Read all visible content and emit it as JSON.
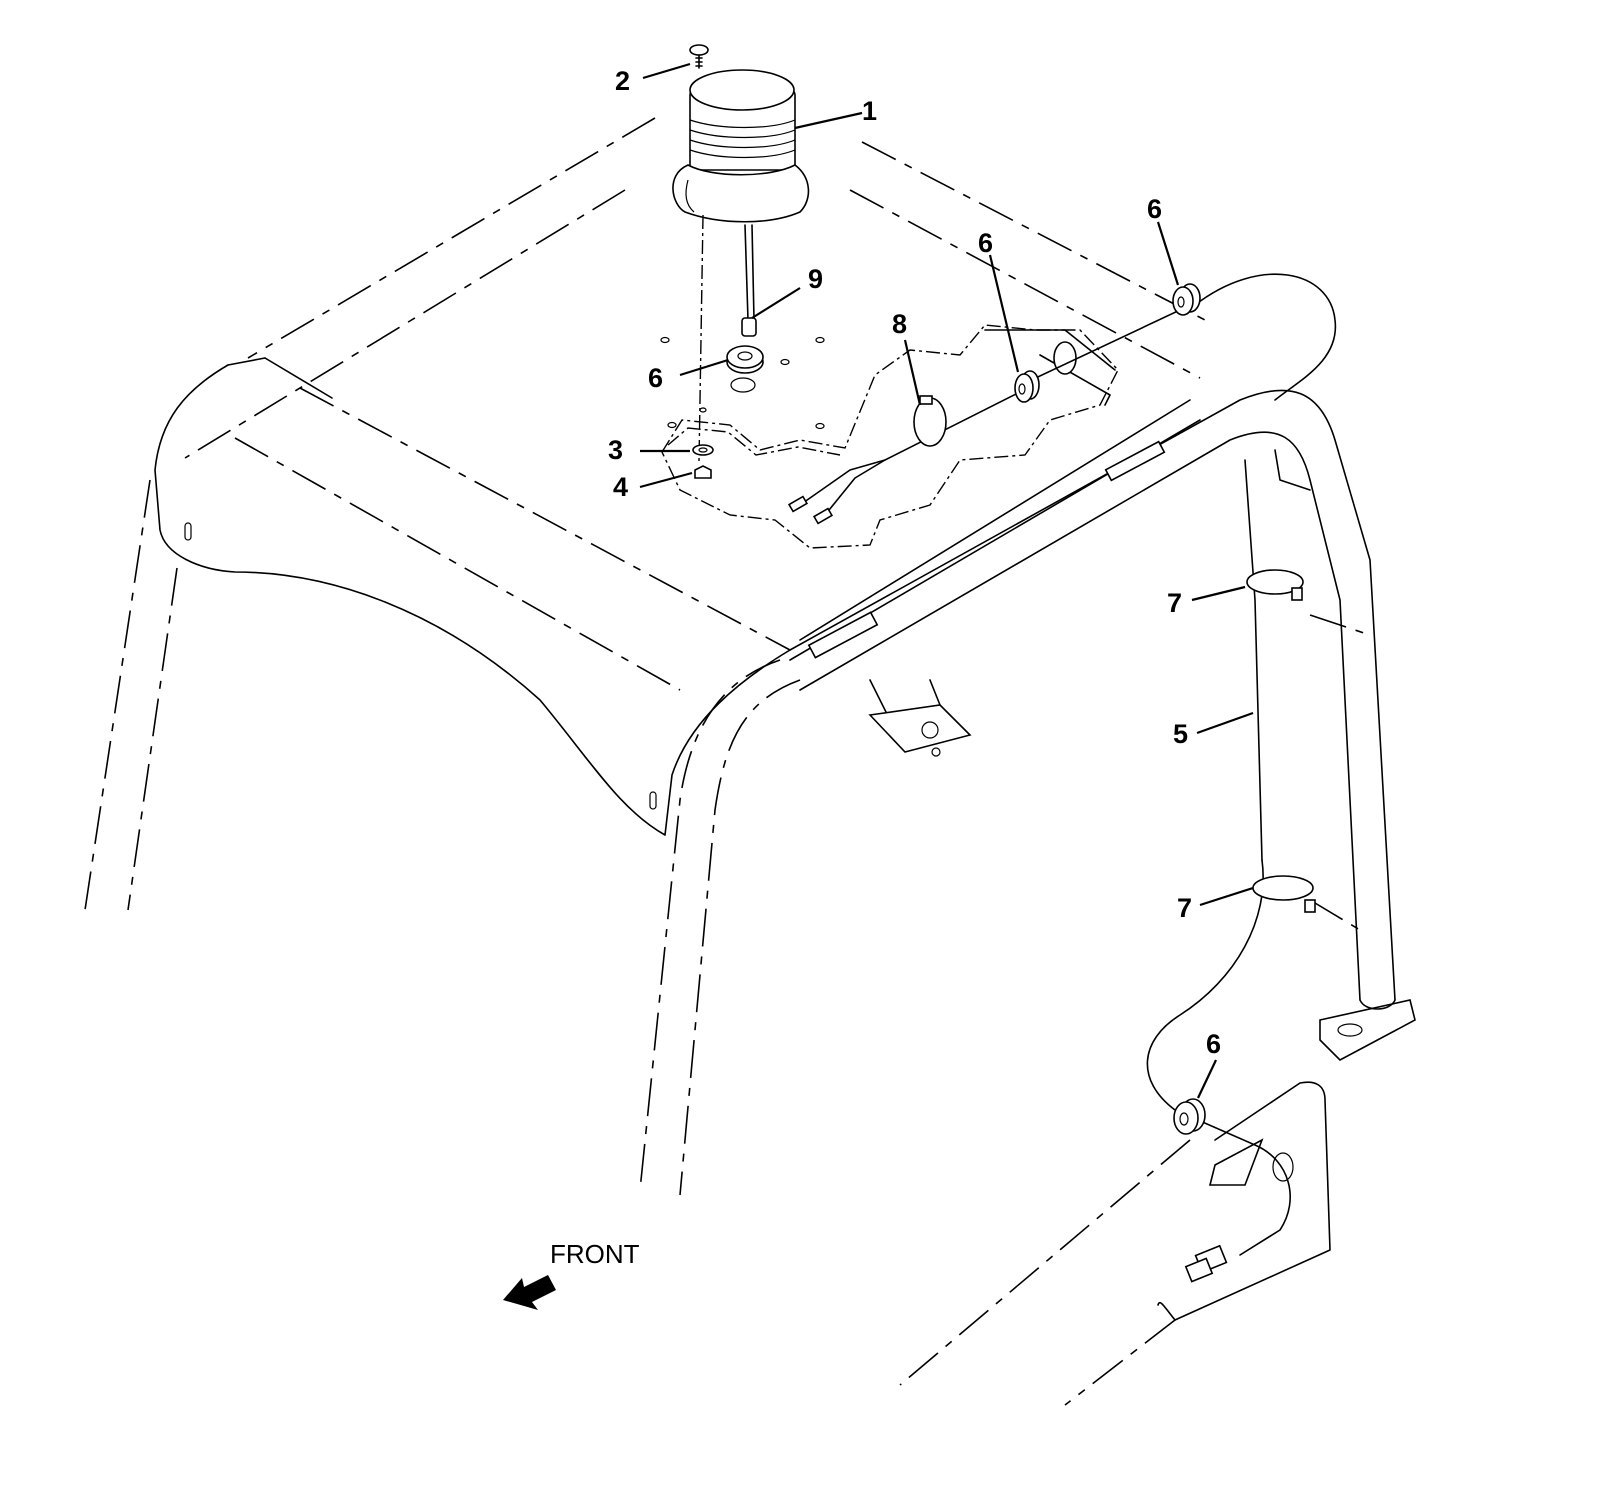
{
  "diagram": {
    "direction_label": "FRONT",
    "callouts": [
      {
        "id": "callout-1",
        "text": "1"
      },
      {
        "id": "callout-2",
        "text": "2"
      },
      {
        "id": "callout-3",
        "text": "3"
      },
      {
        "id": "callout-4",
        "text": "4"
      },
      {
        "id": "callout-5",
        "text": "5"
      },
      {
        "id": "callout-6a",
        "text": "6"
      },
      {
        "id": "callout-6b",
        "text": "6"
      },
      {
        "id": "callout-6c",
        "text": "6"
      },
      {
        "id": "callout-6d",
        "text": "6"
      },
      {
        "id": "callout-7a",
        "text": "7"
      },
      {
        "id": "callout-7b",
        "text": "7"
      },
      {
        "id": "callout-8",
        "text": "8"
      },
      {
        "id": "callout-9",
        "text": "9"
      }
    ]
  }
}
